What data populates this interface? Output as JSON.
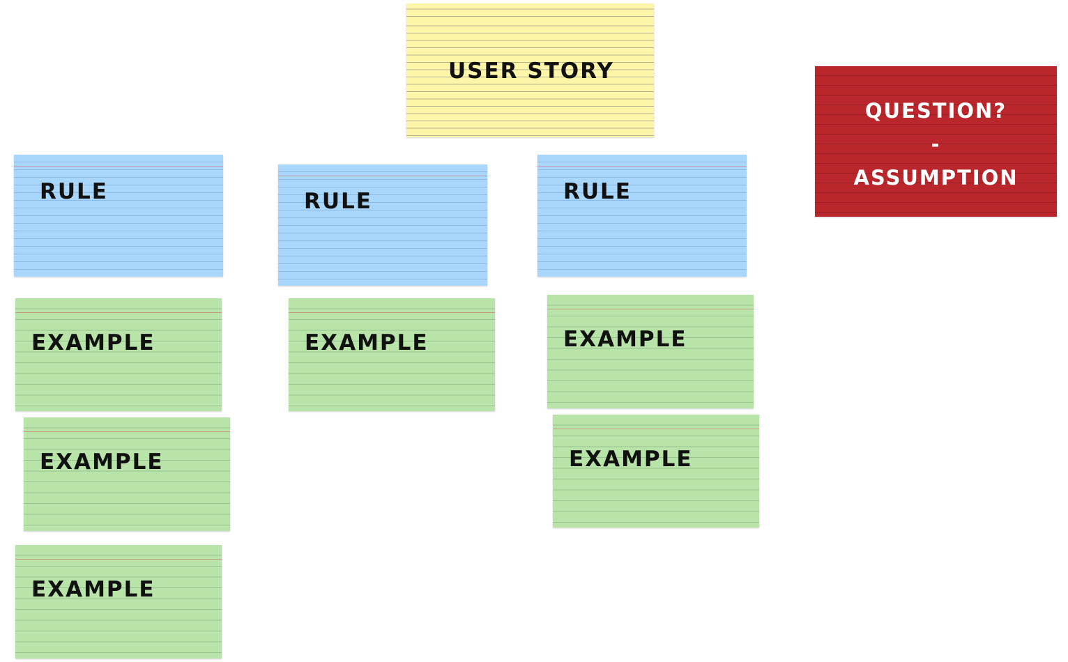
{
  "user_story": {
    "label": "USER STORY"
  },
  "question_card": {
    "line1": "QUESTION?",
    "line2": "-",
    "line3": "ASSUMPTION"
  },
  "columns": [
    {
      "rule": "RULE",
      "examples": [
        "EXAMPLE",
        "EXAMPLE",
        "EXAMPLE"
      ]
    },
    {
      "rule": "RULE",
      "examples": [
        "EXAMPLE"
      ]
    },
    {
      "rule": "RULE",
      "examples": [
        "EXAMPLE",
        "EXAMPLE"
      ]
    }
  ],
  "colors": {
    "user_story": "#fdf6a8",
    "rule": "#a9d6fb",
    "example": "#b9e4a9",
    "question": "#b9262c"
  }
}
